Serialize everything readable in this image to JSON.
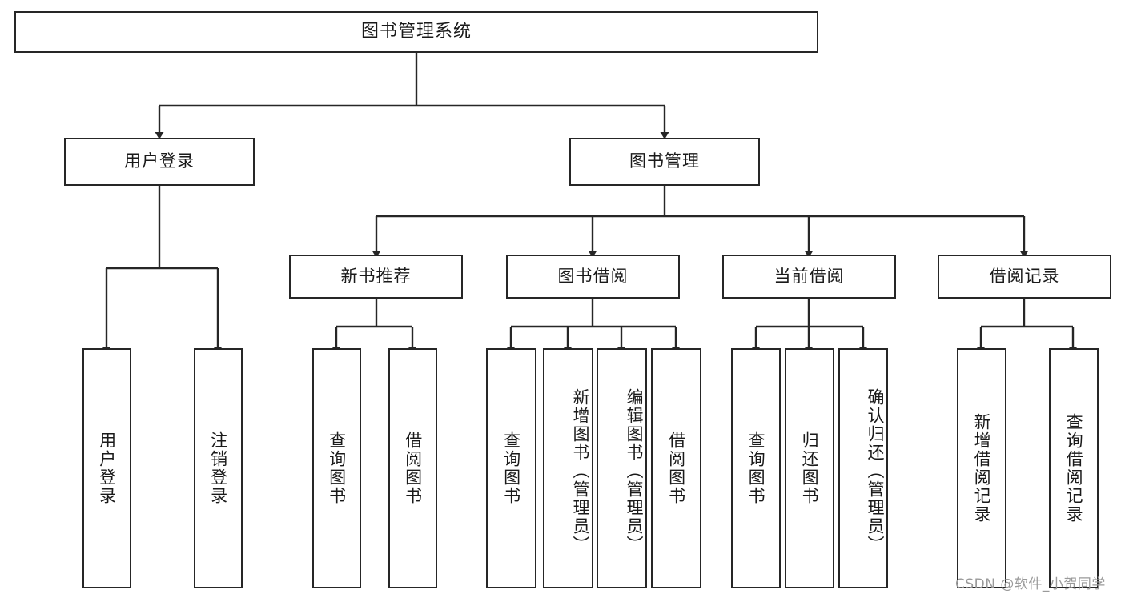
{
  "diagram": {
    "type": "tree",
    "title": "图书管理系统",
    "root": {
      "label": "图书管理系统"
    },
    "level2": [
      {
        "id": "user-login",
        "label": "用户登录"
      },
      {
        "id": "book-manage",
        "label": "图书管理"
      }
    ],
    "level3": [
      {
        "id": "new-book-rec",
        "label": "新书推荐",
        "parent": "book-manage"
      },
      {
        "id": "book-borrow",
        "label": "图书借阅",
        "parent": "book-manage"
      },
      {
        "id": "current-borrow",
        "label": "当前借阅",
        "parent": "book-manage"
      },
      {
        "id": "borrow-record",
        "label": "借阅记录",
        "parent": "book-manage"
      }
    ],
    "leaves": {
      "user_login": [
        {
          "id": "leaf-user-login",
          "label": "用户登录"
        },
        {
          "id": "leaf-logout",
          "label": "注销登录"
        }
      ],
      "new_book_rec": [
        {
          "id": "leaf-query-book-1",
          "label": "查询图书"
        },
        {
          "id": "leaf-borrow-book-1",
          "label": "借阅图书"
        }
      ],
      "book_borrow": [
        {
          "id": "leaf-query-book-2",
          "label": "查询图书"
        },
        {
          "id": "leaf-add-book",
          "label": "新增图书（管理员）"
        },
        {
          "id": "leaf-edit-book",
          "label": "编辑图书（管理员）"
        },
        {
          "id": "leaf-borrow-book-2",
          "label": "借阅图书"
        }
      ],
      "current_borrow": [
        {
          "id": "leaf-query-book-3",
          "label": "查询图书"
        },
        {
          "id": "leaf-return-book",
          "label": "归还图书"
        },
        {
          "id": "leaf-confirm-return",
          "label": "确认归还（管理员）"
        }
      ],
      "borrow_record": [
        {
          "id": "leaf-add-record",
          "label": "新增借阅记录"
        },
        {
          "id": "leaf-query-record",
          "label": "查询借阅记录"
        }
      ]
    }
  },
  "watermark": {
    "text": "CSDN @软件_小贺同学"
  },
  "colors": {
    "stroke": "#262626",
    "background": "#ffffff",
    "text": "#1a1a1a",
    "watermark": "#9a9a9a"
  }
}
